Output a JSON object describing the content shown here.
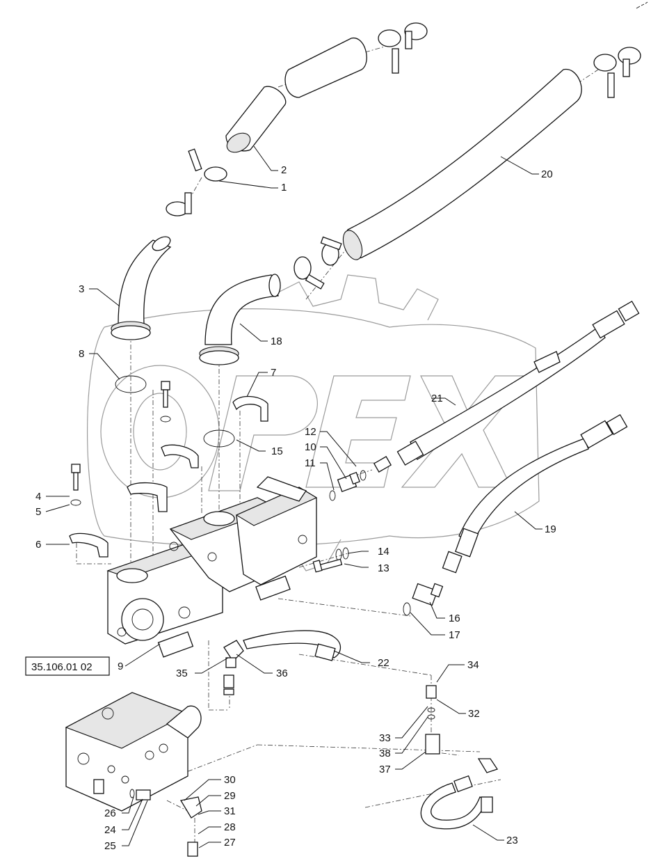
{
  "diagram": {
    "reference_box": "35.106.01 02",
    "callouts": [
      "1",
      "2",
      "3",
      "4",
      "5",
      "6",
      "7",
      "8",
      "9",
      "10",
      "11",
      "12",
      "13",
      "14",
      "15",
      "16",
      "17",
      "18",
      "19",
      "20",
      "21",
      "22",
      "23",
      "24",
      "25",
      "26",
      "27",
      "28",
      "29",
      "30",
      "31",
      "32",
      "33",
      "34",
      "35",
      "36",
      "37",
      "38"
    ],
    "watermark": "OPEX"
  }
}
